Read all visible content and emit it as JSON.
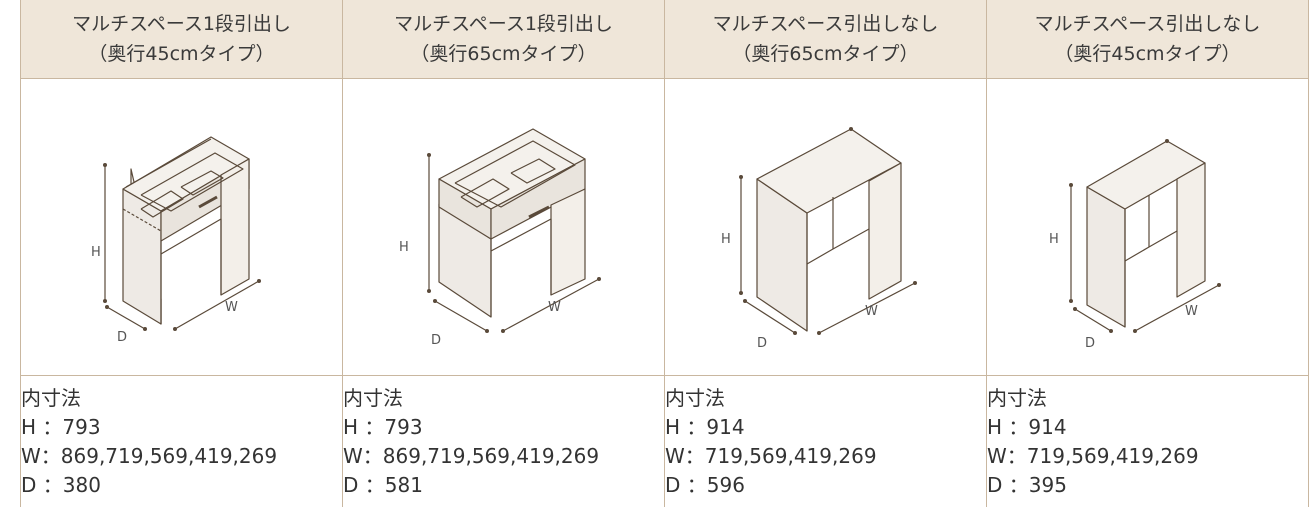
{
  "columns": [
    {
      "title_line1": "マルチスペース1段引出し",
      "title_line2": "（奥行45cmタイプ）",
      "illustration": "cabinet-with-drawer-icon",
      "dim_labels": {
        "h": "H",
        "w": "W",
        "d": "D"
      },
      "spec_heading": "内寸法",
      "h": "H ：793",
      "w": "W：869,719,569,419,269",
      "d": "D ：380"
    },
    {
      "title_line1": "マルチスペース1段引出し",
      "title_line2": "（奥行65cmタイプ）",
      "illustration": "cabinet-with-drawer-icon",
      "dim_labels": {
        "h": "H",
        "w": "W",
        "d": "D"
      },
      "spec_heading": "内寸法",
      "h": "H ：793",
      "w": "W：869,719,569,419,269",
      "d": "D ：581"
    },
    {
      "title_line1": "マルチスペース引出しなし",
      "title_line2": "（奥行65cmタイプ）",
      "illustration": "open-cabinet-icon",
      "dim_labels": {
        "h": "H",
        "w": "W",
        "d": "D"
      },
      "spec_heading": "内寸法",
      "h": "H ：914",
      "w": "W：719,569,419,269",
      "d": "D ：596"
    },
    {
      "title_line1": "マルチスペース引出しなし",
      "title_line2": "（奥行45cmタイプ）",
      "illustration": "open-cabinet-icon",
      "dim_labels": {
        "h": "H",
        "w": "W",
        "d": "D"
      },
      "spec_heading": "内寸法",
      "h": "H ：914",
      "w": "W：719,569,419,269",
      "d": "D ：395"
    }
  ],
  "colors": {
    "header_bg": "#efe6d9",
    "border": "#c9b7a0",
    "line_art": "#5a4a3a"
  }
}
